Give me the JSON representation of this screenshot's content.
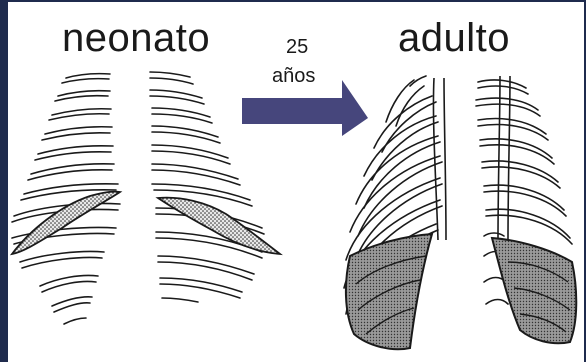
{
  "labels": {
    "left": "neonato",
    "right": "adulto",
    "span_number": "25",
    "span_unit": "años"
  },
  "colors": {
    "frame": "#1f2b4d",
    "arrow": "#46467c",
    "line": "#1a1a1a",
    "shade": "#8c8c8c"
  }
}
